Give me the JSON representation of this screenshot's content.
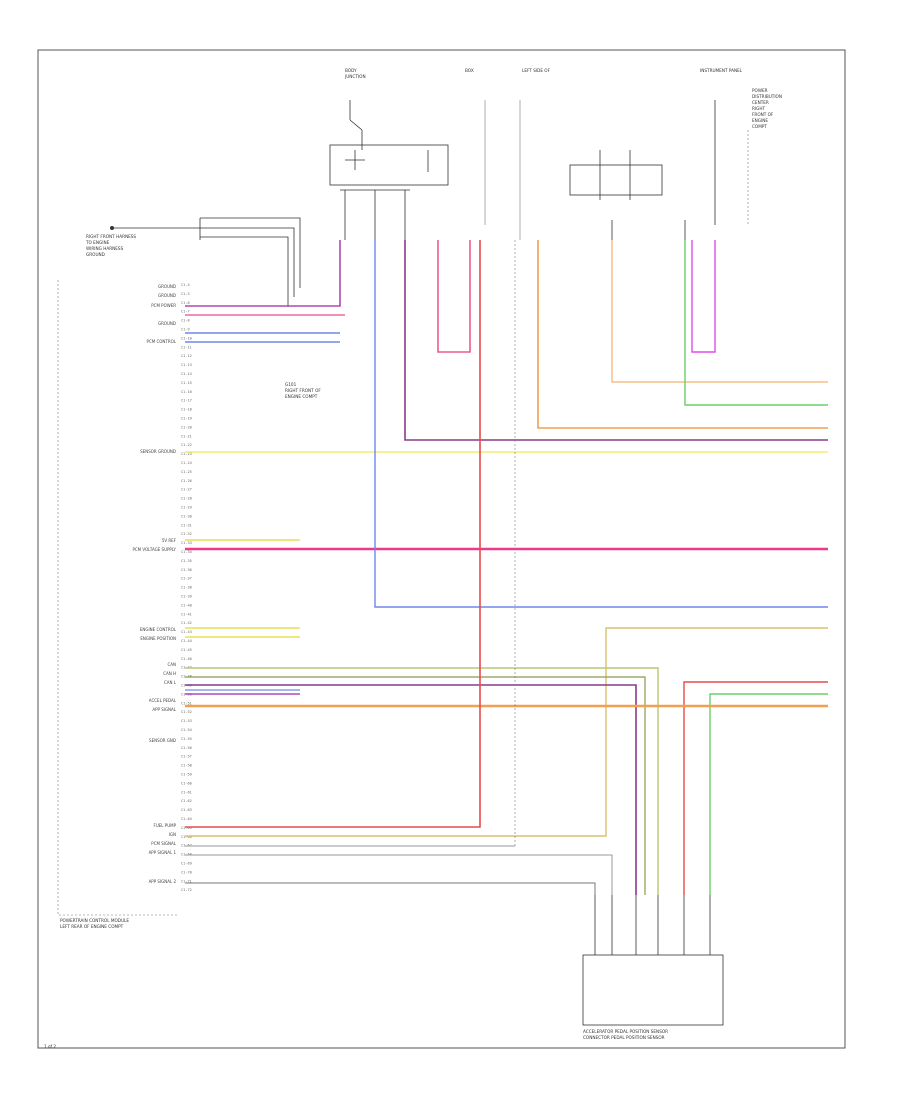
{
  "diagram": {
    "corner_label": "1 of 2",
    "pcm_label": [
      "POWERTRAIN CONTROL MODULE",
      "LEFT REAR OF ENGINE COMPT"
    ],
    "fuse_box_label": [
      "BODY",
      "JUNCTION",
      "BOX",
      "LEFT SIDE OF",
      "INSTRUMENT PANEL"
    ],
    "ground_label": [
      "G101",
      "RIGHT FRONT OF",
      "ENGINE COMPT"
    ],
    "relay_box_label": [
      "POWER",
      "DISTRIBUTION",
      "CENTER",
      "RIGHT",
      "FRONT OF",
      "ENGINE",
      "COMPT"
    ],
    "front_wiring_label": [
      "RIGHT FRONT HARNESS",
      "TO ENGINE",
      "WIRING HARNESS",
      "GROUND"
    ],
    "engine_sensor_label": [
      "ACCELERATOR PEDAL POSITION SENSOR",
      "CONNECTOR PEDAL POSITION SENSOR"
    ],
    "left_pins": [
      "C1-4",
      "C1-5",
      "C1-6",
      "C1-7",
      "C1-8",
      "C1-9",
      "C1-10",
      "C1-11",
      "C1-12",
      "C1-13",
      "C1-14",
      "C1-15",
      "C1-16",
      "C1-17",
      "C1-18",
      "C1-19",
      "C1-20",
      "C1-21",
      "C1-22",
      "C1-23",
      "C1-24",
      "C1-25",
      "C1-26",
      "C1-27",
      "C1-28",
      "C1-29",
      "C1-30",
      "C1-31",
      "C1-32",
      "C1-33",
      "C1-34",
      "C1-35",
      "C1-36",
      "C1-37",
      "C1-38",
      "C1-39",
      "C1-40",
      "C1-41",
      "C1-42",
      "C1-43",
      "C1-44",
      "C1-45",
      "C1-46",
      "C1-47",
      "C1-48",
      "C1-49",
      "C1-50",
      "C1-51",
      "C1-52",
      "C1-53",
      "C1-54",
      "C1-55",
      "C1-56",
      "C1-57",
      "C1-58",
      "C1-59",
      "C1-60",
      "C1-61",
      "C1-62",
      "C1-63",
      "C1-64",
      "C1-65",
      "C1-66",
      "C1-67",
      "C1-68",
      "C1-69",
      "C1-70",
      "C1-71",
      "C1-72"
    ],
    "signal_labels": [
      "GROUND",
      "GROUND",
      "PCM POWER",
      "GROUND",
      "PCM CONTROL",
      "SENSOR GROUND",
      "5V REF",
      "PCM VOLTAGE SUPPLY",
      "ENGINE CONTROL",
      "ENGINE POSITION",
      "CAN",
      "CAN H",
      "CAN L",
      "ACCEL PEDAL",
      "APP SIGNAL",
      "SENSOR GND",
      "FUEL PUMP",
      "IGN",
      "PCM SIGNAL",
      "APP SIGNAL 1",
      "APP SIGNAL 2"
    ],
    "wire_colors": {
      "pink": "#ee3a8a",
      "violet": "#8a3a8a",
      "blue": "#6f86ee",
      "yellow": "#f2ee6a",
      "orange": "#f0a050",
      "green": "#6ad06a",
      "red": "#e84a4a",
      "olive": "#c8c870",
      "tan": "#d0b070",
      "black": "#333333",
      "gray": "#9a9a9a"
    }
  }
}
